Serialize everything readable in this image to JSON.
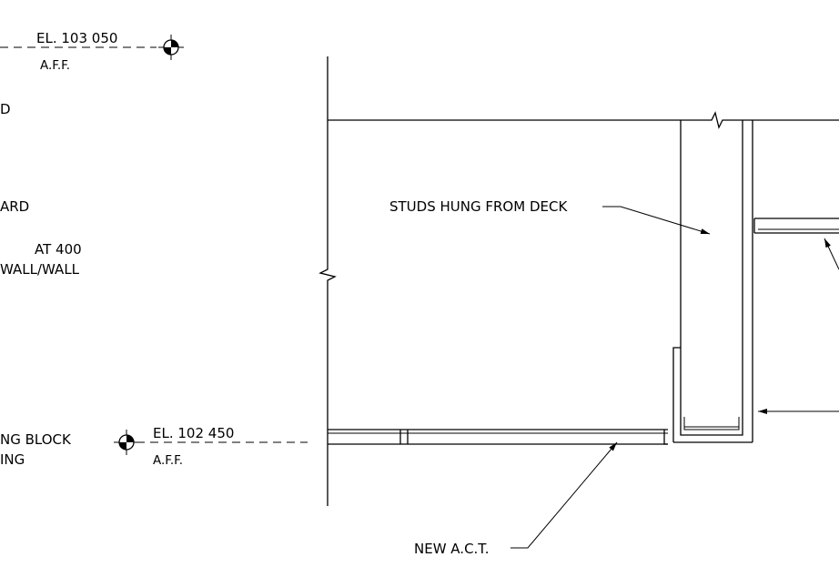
{
  "elevations": {
    "top": {
      "label": "EL. 103 050",
      "sub": "A.F.F."
    },
    "bottom": {
      "label": "EL. 102 450",
      "sub": "A.F.F."
    }
  },
  "left_notes": {
    "line1": "D",
    "line2": "ARD",
    "line3a": "AT 400",
    "line3b": "WALL/WALL",
    "line4a": "NG BLOCK",
    "line4b": "ING"
  },
  "callouts": {
    "studs": "STUDS HUNG FROM DECK",
    "act": "NEW A.C.T."
  }
}
